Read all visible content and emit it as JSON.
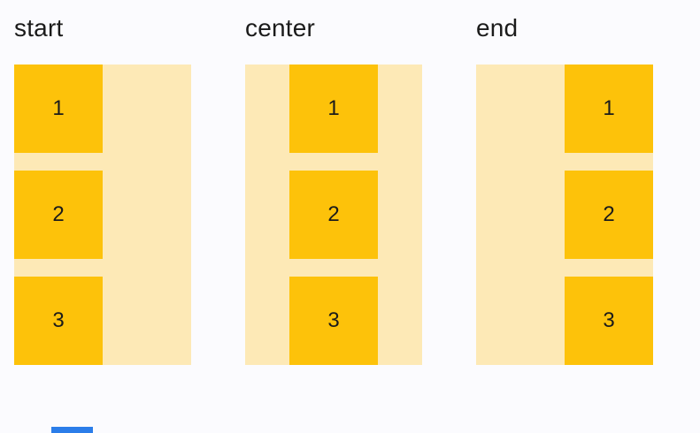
{
  "page": {
    "background": "#FBFBFE",
    "text_color": "#1B1B1B"
  },
  "colors": {
    "container_fill": "#FDE9B6",
    "item_fill": "#FDC20A",
    "accent_bar": "#2B7DE9"
  },
  "groups": [
    {
      "label": "start",
      "alignment": "start",
      "items": [
        "1",
        "2",
        "3"
      ]
    },
    {
      "label": "center",
      "alignment": "center",
      "items": [
        "1",
        "2",
        "3"
      ]
    },
    {
      "label": "end",
      "alignment": "end",
      "items": [
        "1",
        "2",
        "3"
      ]
    }
  ]
}
